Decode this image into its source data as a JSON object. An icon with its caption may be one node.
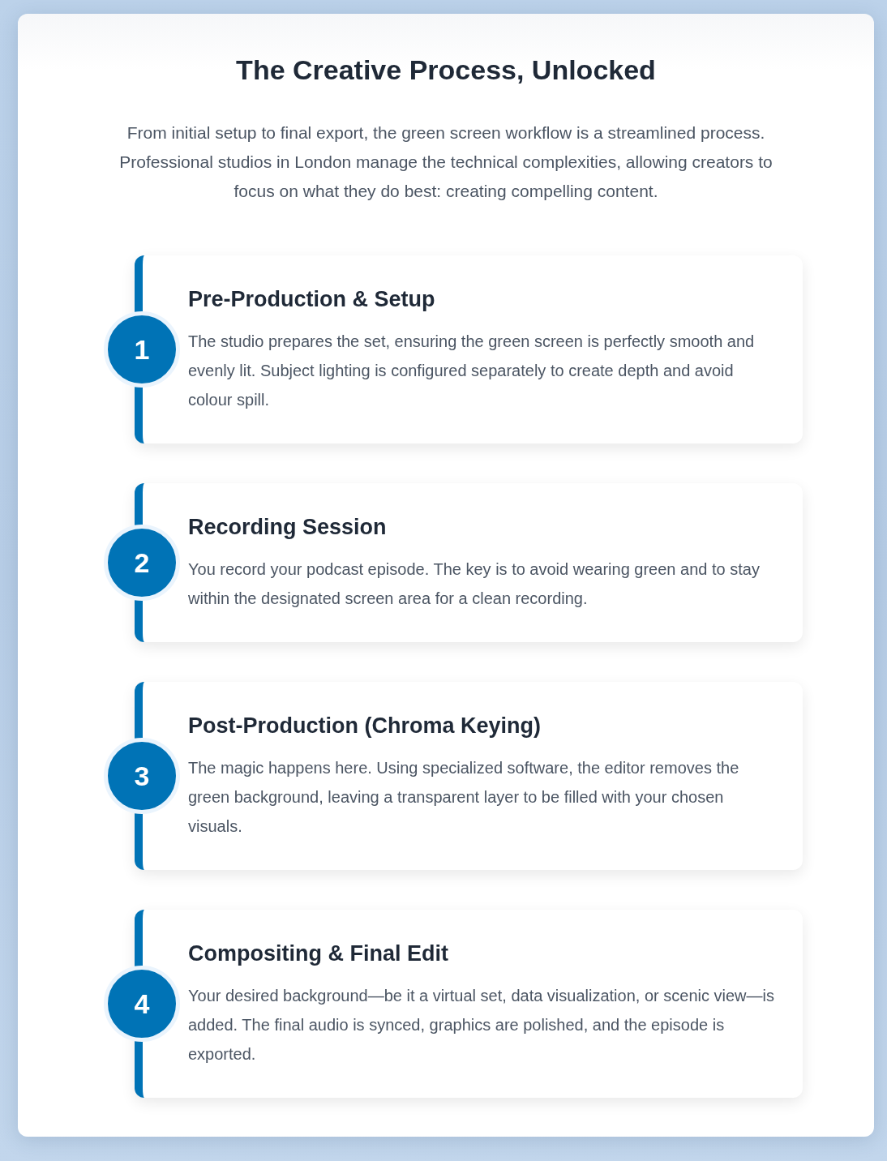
{
  "diagram": {
    "title": "The Creative Process, Unlocked",
    "nodes": [
      {
        "text": [
          "Pre-Production & Setup",
          "The studio prepares the set, ensuring the green screen is perfectly smooth and evenly lit. Subject lighting is configured separately to create depth and avoid colour spill."
        ]
      },
      {
        "text": [
          "1"
        ]
      },
      {
        "text": [
          "Recording Session",
          "You record your podcast episode. The key is to avoid wearing green and to stay within the designated screen area for a clean recording."
        ]
      },
      {
        "text": [
          "2"
        ]
      },
      {
        "text": [
          "Post-Production (Chroma Keying)",
          "The magic happens here. Using specialized software, the editor removes the green background, leaving a transparent layer to be filled with your chosen visuals."
        ]
      },
      {
        "text": [
          "3"
        ]
      },
      {
        "text": [
          "Compositing & Final Edit",
          "Your desired background—be it a virtual set, data visualization, or scenic view—is added. The final audio is synced, graphics are polished, and the episode is exported."
        ]
      },
      {
        "text": [
          "4"
        ]
      }
    ],
    "labels": [
      "From initial setup to final export, the green screen workflow is a streamlined process. Professional studios in London manage the technical complexities, allowing creators to focus on what they do best: creating compelling content."
    ]
  }
}
